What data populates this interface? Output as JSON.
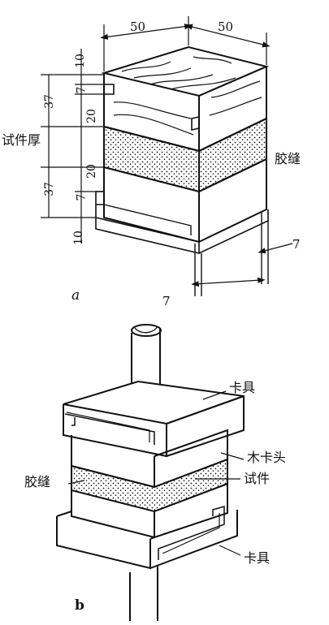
{
  "figure_a": {
    "caption": "a",
    "dims_top": [
      "50",
      "50"
    ],
    "dims_left": [
      "10",
      "7",
      "37",
      "20",
      "20",
      "37",
      "7",
      "10"
    ],
    "dims_right": [
      "7",
      "7"
    ],
    "label_thickness": "试件厚",
    "label_glue": "胶缝"
  },
  "figure_b": {
    "caption": "b",
    "label_clamp_top": "卡具",
    "label_wood_head": "木卡头",
    "label_specimen": "试件",
    "label_glue": "胶缝",
    "label_clamp_bottom": "卡具"
  },
  "colors": {
    "ink": "#111111",
    "paper": "#ffffff"
  }
}
